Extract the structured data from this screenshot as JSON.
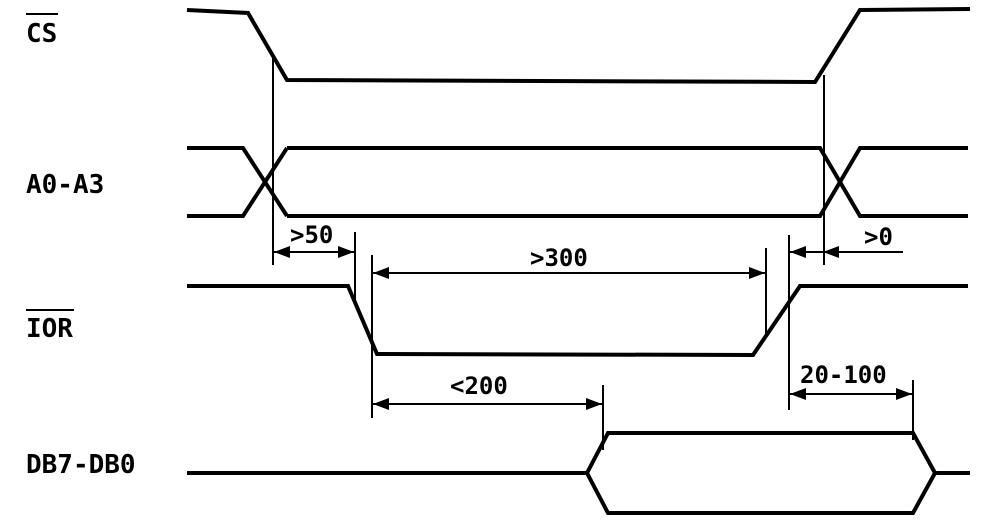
{
  "signals": {
    "cs": {
      "label": "CS",
      "overbar": true
    },
    "addr": {
      "label": "A0-A3",
      "overbar": false
    },
    "ior": {
      "label": "IOR",
      "overbar": true
    },
    "data": {
      "label": "DB7-DB0",
      "overbar": false
    }
  },
  "timings": {
    "addr_setup": ">50",
    "read_pulse": ">300",
    "addr_hold": ">0",
    "access": "<200",
    "float": "20-100"
  }
}
